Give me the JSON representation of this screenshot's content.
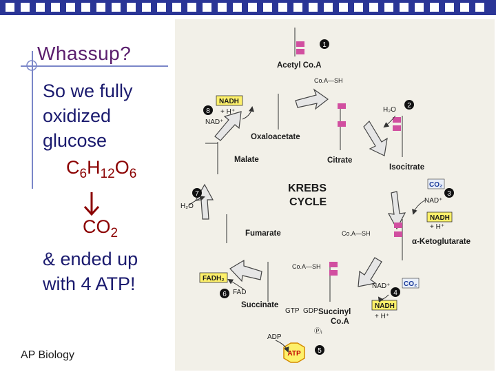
{
  "slide": {
    "title": "Whassup?",
    "lines": [
      "So we fully",
      "oxidized",
      "glucose"
    ],
    "formula": {
      "c": "C",
      "c_n": "6",
      "h": "H",
      "h_n": "12",
      "o": "O",
      "o_n": "6"
    },
    "product": {
      "co": "CO",
      "co_n": "2"
    },
    "ended": [
      "& ended up",
      "with 4 ATP!"
    ],
    "footer": "AP Biology"
  },
  "colors": {
    "topbar": "#2a3596",
    "title": "#5b1f6e",
    "text": "#1a1a6e",
    "formula": "#8b0000",
    "highlight_yellow": "#fdf06a",
    "pink_atoms": "#d14fa0"
  },
  "diagram": {
    "center": [
      "KREBS",
      "CYCLE"
    ],
    "compounds": {
      "acetyl_coa": "Acetyl Co.A",
      "oxaloacetate": "Oxaloacetate",
      "citrate": "Citrate",
      "isocitrate": "Isocitrate",
      "akg": "α-Ketoglutarate",
      "succinyl": [
        "Succinyl",
        "Co.A"
      ],
      "succinate": "Succinate",
      "fumarate": "Fumarate",
      "malate": "Malate"
    },
    "steps": [
      "1",
      "2",
      "3",
      "4",
      "5",
      "6",
      "7",
      "8"
    ],
    "cofactors": {
      "nadh": "NADH",
      "nad_plus": "NAD⁺",
      "h_plus": "+ H⁺",
      "h2o": "H₂O",
      "co2": "CO₂",
      "fadh2": "FADH₂",
      "fad": "FAD",
      "gtp": "GTP",
      "gdp": "GDP",
      "adp": "ADP",
      "atp": "ATP",
      "pi": "Ⓟᵢ",
      "coa_sh": "Co.A—SH"
    }
  }
}
